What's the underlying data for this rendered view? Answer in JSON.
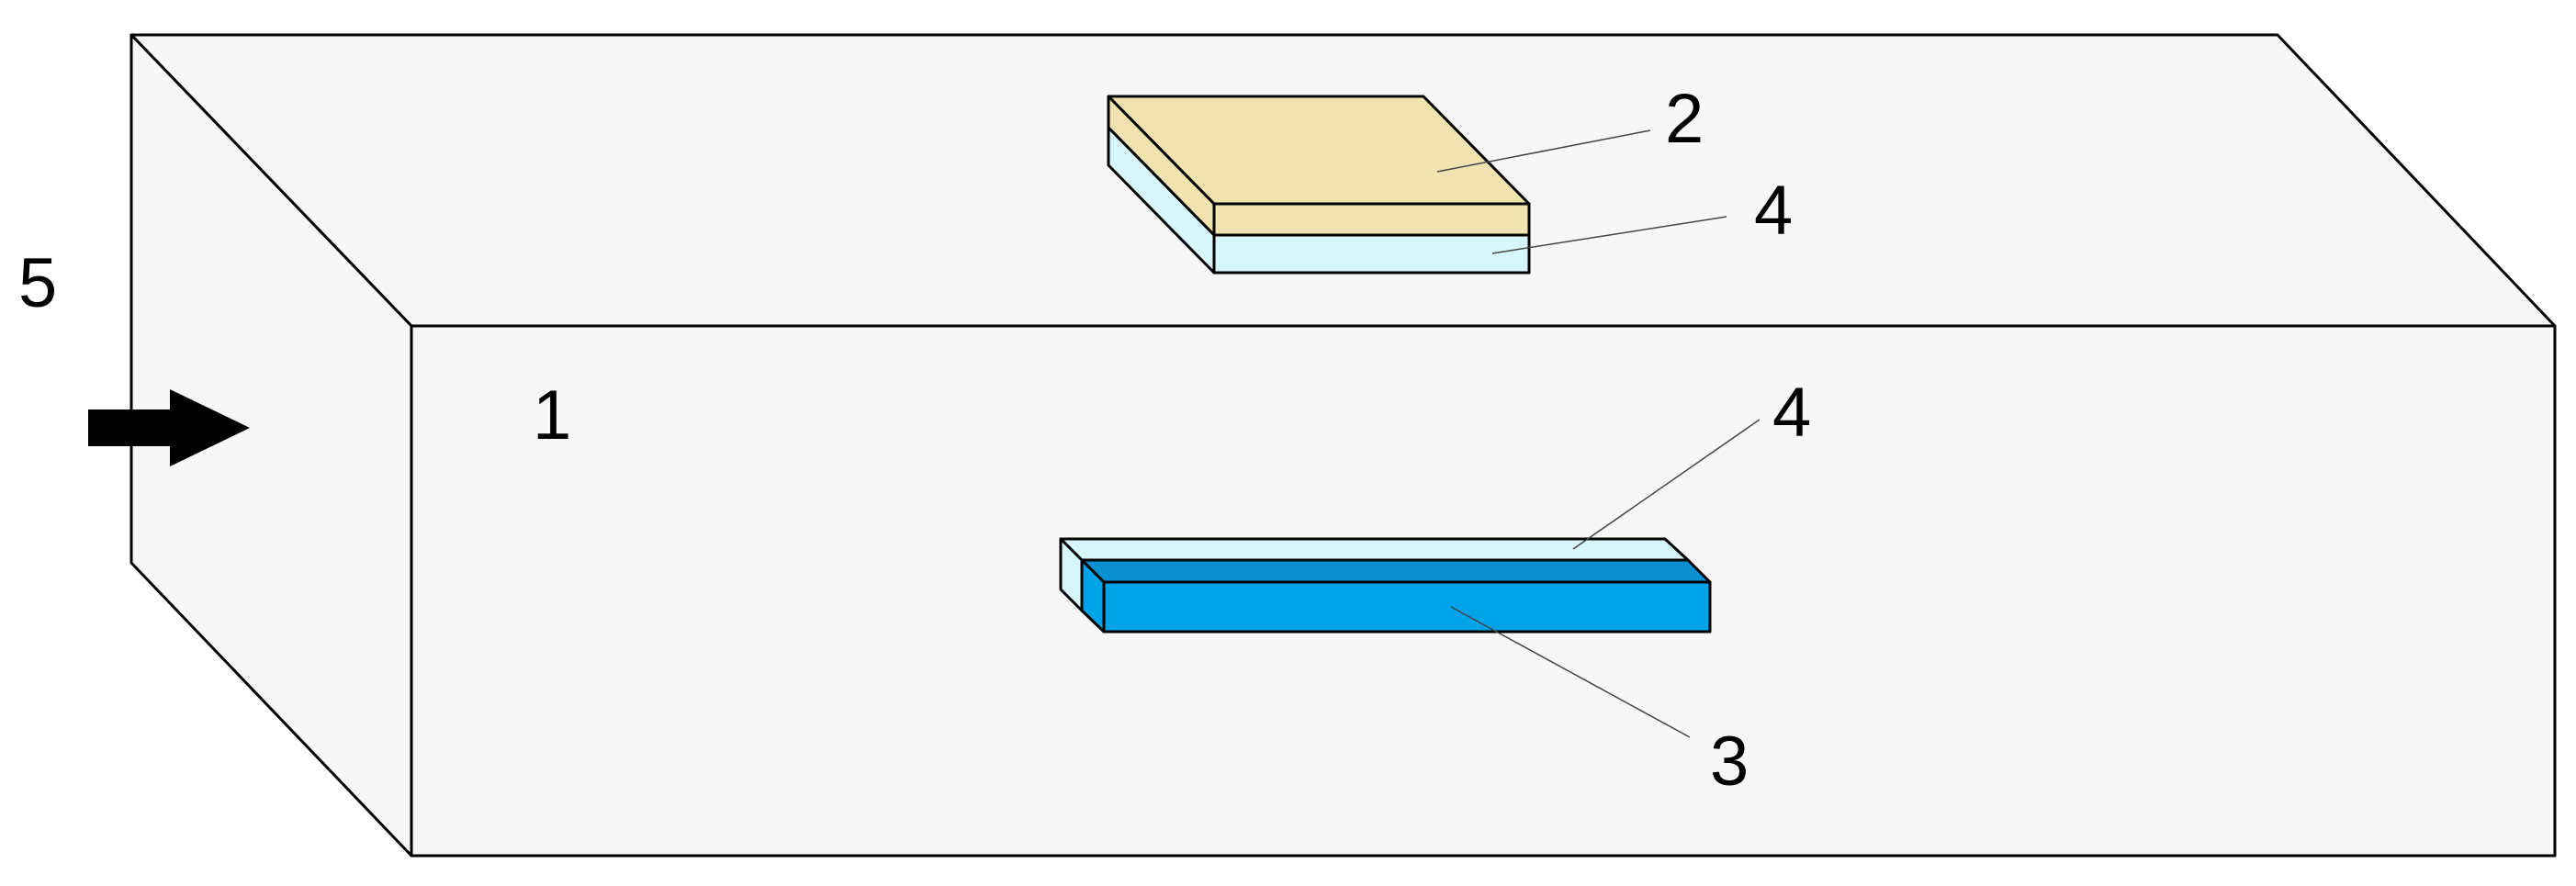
{
  "labels": {
    "box": "1",
    "top_plate": "2",
    "bar": "3",
    "coating_top": "4",
    "coating_bar": "4",
    "flow": "5"
  },
  "colors": {
    "box_face": "#f7f7f7",
    "plate_face": "#f0e3b0",
    "coating_face": "#d7f6fb",
    "bar_face": "#00a3e8",
    "bar_top": "#0a8fd0",
    "edge": "#000000",
    "arrow": "#000000"
  },
  "icons": {
    "flow_arrow": "arrow-right-icon"
  }
}
